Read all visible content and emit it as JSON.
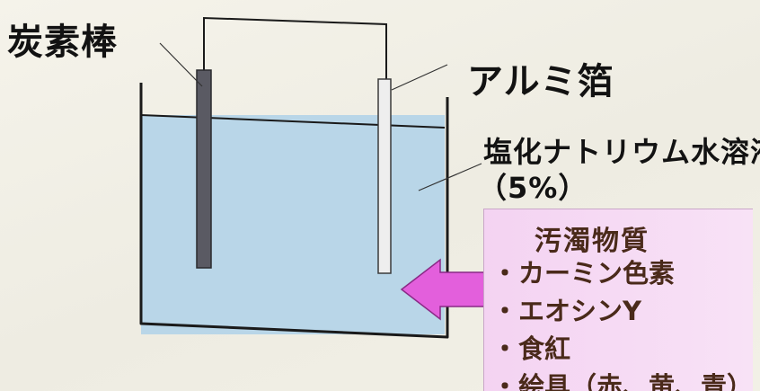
{
  "labels": {
    "carbon_rod": "炭素棒",
    "aluminum_foil": "アルミ箔",
    "solution_name": "塩化ナトリウム水溶液",
    "solution_concentration": "（5%）"
  },
  "pollutants": {
    "title": "汚濁物質",
    "bullet": "・",
    "items": [
      {
        "text": "カーミン色素"
      },
      {
        "text": "エオシンY"
      },
      {
        "text": "食紅"
      },
      {
        "text": "絵具（赤、黄、青）"
      }
    ]
  },
  "colors": {
    "solution": "#b9d6e8",
    "carbon_rod": "#5a5a63",
    "aluminum_foil": "#eeeeee",
    "arrow": "#e35fdc",
    "pollutant_box": "#f6dbf4",
    "line": "#1a1a1a"
  }
}
